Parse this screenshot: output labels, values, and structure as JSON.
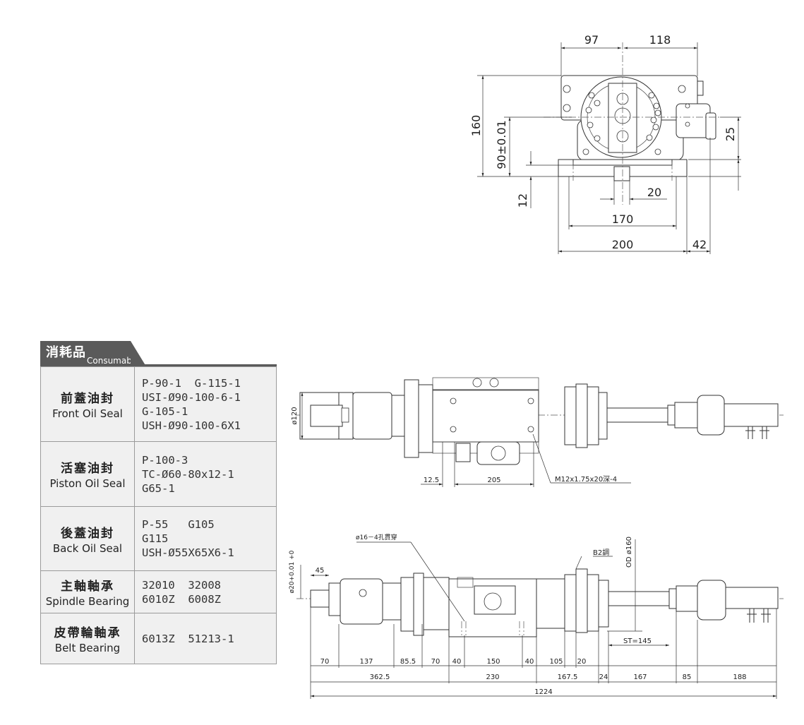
{
  "top_view": {
    "dims": [
      "97",
      "118",
      "160",
      "90±0.01",
      "25",
      "12",
      "20",
      "170",
      "200",
      "42"
    ]
  },
  "side_view": {
    "dims": [
      "ø120",
      "12.5",
      "205",
      "M12x1.75x20深-4"
    ]
  },
  "bottom_view": {
    "dims": {
      "hole": "ø16－4孔貫穿",
      "b2": "B2調",
      "od": "OD ø160",
      "phi20": "ø20+0.01 +0",
      "d45": "45",
      "st": "ST=145",
      "row1": [
        "70",
        "137",
        "85.5",
        "70",
        "40",
        "150",
        "40",
        "105",
        "20"
      ],
      "row2": [
        "362.5",
        "230",
        "167.5",
        "24",
        "167",
        "85",
        "188"
      ],
      "total": "1224"
    }
  },
  "consumable": {
    "title_zh": "消耗品",
    "title_en": "Consumable",
    "rows": [
      {
        "zh": "前蓋油封",
        "en": "Front Oil Seal",
        "values": [
          "P-90-1  G-115-1",
          "USI-Ø90-100-6-1",
          "G-105-1",
          "USH-Ø90-100-6X1"
        ]
      },
      {
        "zh": "活塞油封",
        "en": "Piston Oil Seal",
        "values": [
          "P-100-3",
          "TC-Ø60-80x12-1",
          "G65-1"
        ]
      },
      {
        "zh": "後蓋油封",
        "en": "Back Oil Seal",
        "values": [
          "P-55   G105",
          "G115",
          "USH-Ø55X65X6-1"
        ]
      },
      {
        "zh": "主軸軸承",
        "en": "Spindle Bearing",
        "values": [
          "32010  32008",
          "6010Z  6008Z"
        ]
      },
      {
        "zh": "皮帶輪軸承",
        "en": "Belt Bearing",
        "values": [
          "6013Z  51213-1"
        ]
      }
    ]
  }
}
